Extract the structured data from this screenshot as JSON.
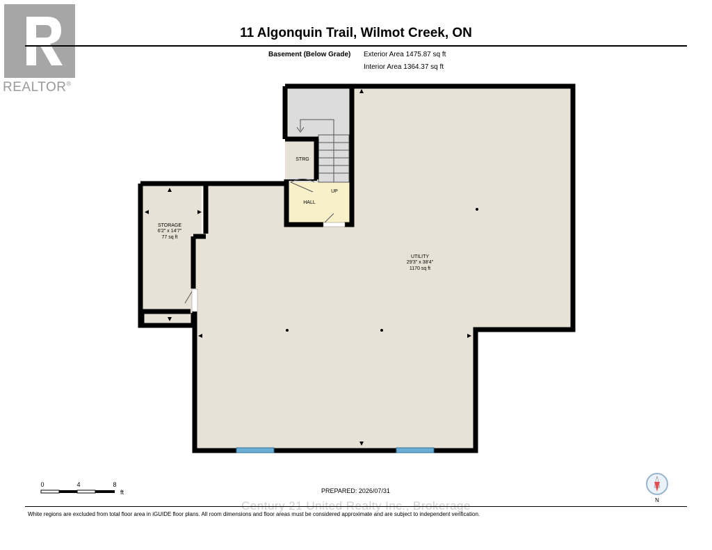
{
  "logo": {
    "text": "REALTOR",
    "mark": "®"
  },
  "title": "11 Algonquin Trail, Wilmot Creek, ON",
  "level": {
    "label": "Basement (Below Grade)",
    "exterior_area": "Exterior Area 1475.87 sq ft",
    "interior_area": "Interior Area 1364.37 sq ft"
  },
  "rooms": {
    "utility": {
      "name": "UTILITY",
      "dims": "29'3\" x 38'4\"",
      "area": "1170 sq ft"
    },
    "storage": {
      "name": "STORAGE",
      "dims": "6'2\" x 14'7\"",
      "area": "77 sq ft"
    },
    "strg": {
      "name": "STRG"
    },
    "hall": {
      "name": "HALL"
    },
    "stairs": {
      "label": "UP"
    }
  },
  "scale_bar": {
    "ticks": [
      "0",
      "4",
      "8"
    ],
    "unit": "ft"
  },
  "prepared": "PREPARED: 2026/07/31",
  "compass": {
    "label": "N"
  },
  "watermark": "Century 21 United Realty Inc., Brokerage",
  "disclaimer": "White regions are excluded from total floor area in iGUIDE floor plans. All room dimensions and floor areas must be considered approximate and are subject to independent verification.",
  "colors": {
    "floor": "#e8e2d6",
    "wall": "#000000",
    "stair_area": "#dcdcdc",
    "window": "#6aaed6",
    "compass_needle": "#e05050"
  }
}
